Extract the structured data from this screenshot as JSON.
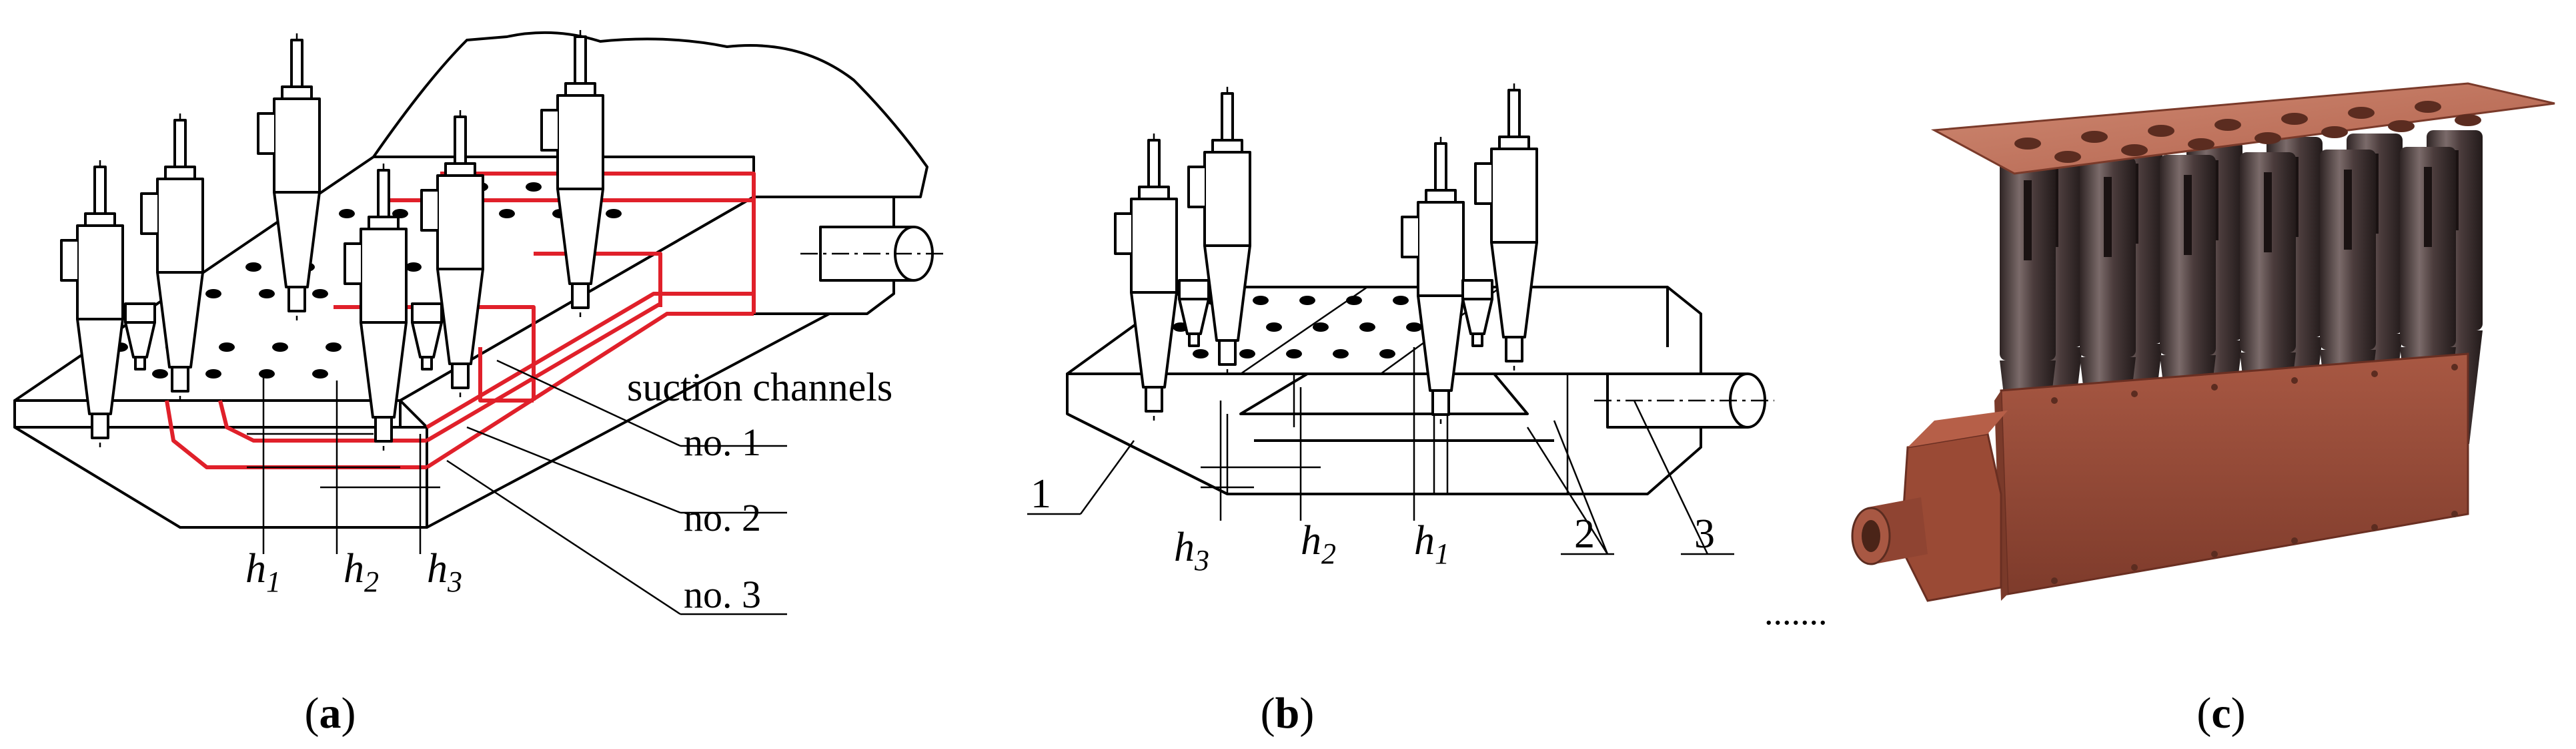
{
  "panel_a": {
    "annotation": "suction channels",
    "channels": [
      "no. 1",
      "no. 2",
      "no. 3"
    ],
    "heights": [
      {
        "base": "h",
        "sub": "1"
      },
      {
        "base": "h",
        "sub": "2"
      },
      {
        "base": "h",
        "sub": "3"
      }
    ],
    "caption": {
      "open": "(",
      "letter": "a",
      "close": ")"
    }
  },
  "panel_b": {
    "parts": [
      "1",
      "2",
      "3"
    ],
    "heights": [
      {
        "base": "h",
        "sub": "3"
      },
      {
        "base": "h",
        "sub": "2"
      },
      {
        "base": "h",
        "sub": "1"
      }
    ],
    "caption": {
      "open": "(",
      "letter": "b",
      "close": ")"
    }
  },
  "panel_c": {
    "ellipsis": ".......",
    "caption": {
      "open": "(",
      "letter": "c",
      "close": ")"
    }
  },
  "colors": {
    "line": "#000000",
    "channel_outline": "#e0202a",
    "photo_body": "#9a4a35",
    "photo_plate": "#c2735d",
    "cyclone_steel": "#5a4a4a"
  }
}
